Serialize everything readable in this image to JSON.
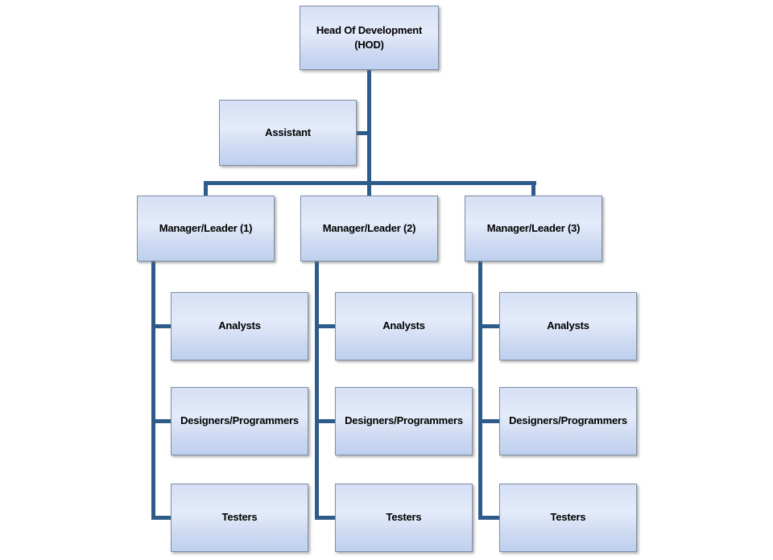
{
  "org_chart": {
    "root": {
      "label": "Head Of Development (HOD)"
    },
    "assistant": {
      "label": "Assistant"
    },
    "managers": [
      {
        "label": "Manager/Leader (1)",
        "children": [
          {
            "label": "Analysts"
          },
          {
            "label": "Designers/Programmers"
          },
          {
            "label": "Testers"
          }
        ]
      },
      {
        "label": "Manager/Leader (2)",
        "children": [
          {
            "label": "Analysts"
          },
          {
            "label": "Designers/Programmers"
          },
          {
            "label": "Testers"
          }
        ]
      },
      {
        "label": "Manager/Leader (3)",
        "children": [
          {
            "label": "Analysts"
          },
          {
            "label": "Designers/Programmers"
          },
          {
            "label": "Testers"
          }
        ]
      }
    ]
  },
  "theme": {
    "background": "#ffffff",
    "connector_color": "#2e5c8a",
    "node_fill_top": "#d6e0f5",
    "node_fill_mid": "#e4ebfa",
    "node_fill_low": "#cdd9f2",
    "node_fill_bottom": "#bed0ef",
    "node_border_color": "#7f8fa6",
    "text_color": "#000000"
  }
}
